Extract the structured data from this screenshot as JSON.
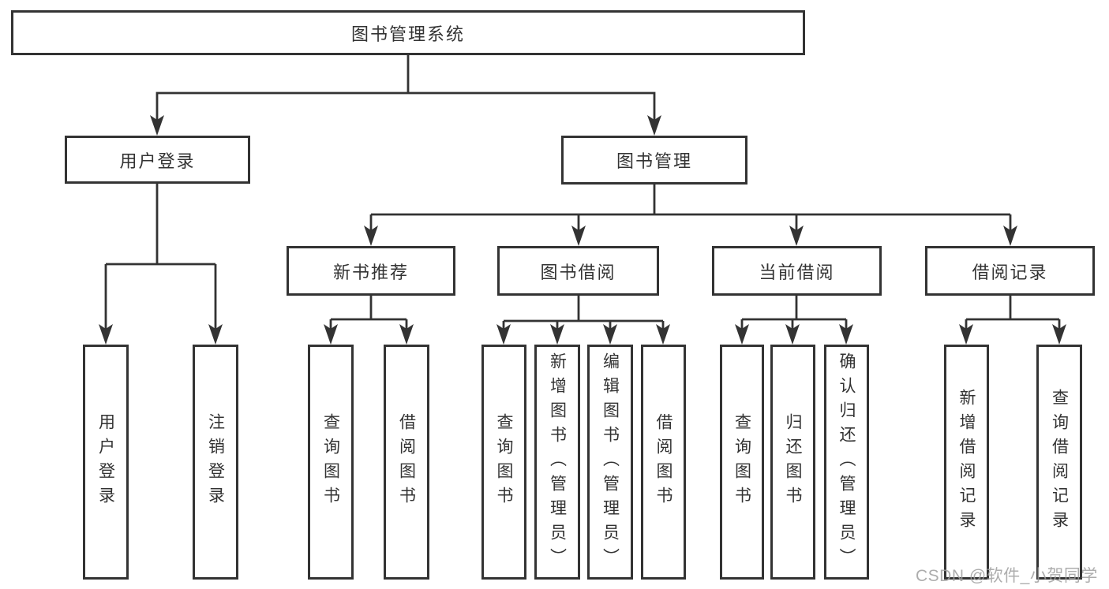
{
  "diagram": {
    "root_label": "图书管理系统",
    "branches": [
      {
        "label": "用户登录",
        "leaves": [
          {
            "label": "用户登录"
          },
          {
            "label": "注销登录"
          }
        ]
      },
      {
        "label": "图书管理",
        "sections": [
          {
            "label": "新书推荐",
            "leaves": [
              {
                "label": "查询图书"
              },
              {
                "label": "借阅图书"
              }
            ]
          },
          {
            "label": "图书借阅",
            "leaves": [
              {
                "label": "查询图书"
              },
              {
                "label": "新增图书（管理员）"
              },
              {
                "label": "编辑图书（管理员）"
              },
              {
                "label": "借阅图书"
              }
            ]
          },
          {
            "label": "当前借阅",
            "leaves": [
              {
                "label": "查询图书"
              },
              {
                "label": "归还图书"
              },
              {
                "label": "确认归还（管理员）"
              }
            ]
          },
          {
            "label": "借阅记录",
            "leaves": [
              {
                "label": "新增借阅记录"
              },
              {
                "label": "查询借阅记录"
              }
            ]
          }
        ]
      }
    ]
  },
  "watermark": {
    "text": "CSDN @软件_小贺同学"
  },
  "colors": {
    "line": "#333333",
    "text": "#333333",
    "box_background": "#ffffff",
    "watermark": "#9f9f9f",
    "page_background": "#ffffff"
  }
}
